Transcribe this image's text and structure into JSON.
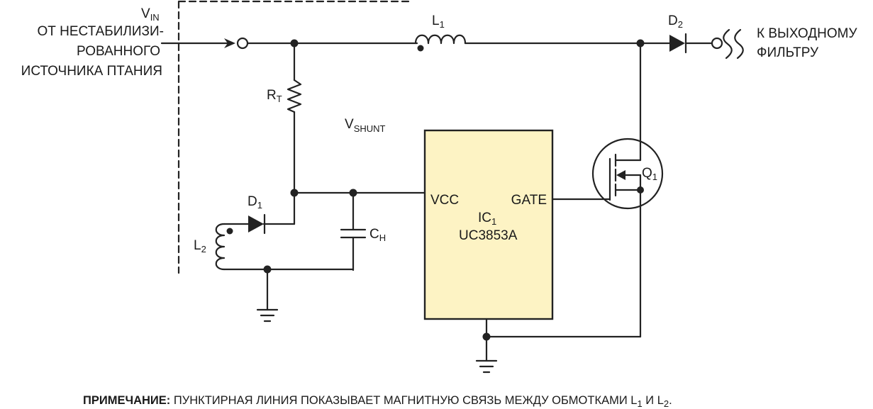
{
  "source": {
    "vin": "V",
    "vin_sub": "IN",
    "line1": "ОТ НЕСТАБИЛИЗИ-",
    "line2": "РОВАННОГО",
    "line3": "ИСТОЧНИКА ПТАНИЯ"
  },
  "output": {
    "line1": "К ВЫХОДНОМУ",
    "line2": "ФИЛЬТРУ"
  },
  "components": {
    "l1": "L",
    "l1_sub": "1",
    "d2": "D",
    "d2_sub": "2",
    "rt": "R",
    "rt_sub": "T",
    "vshunt": "V",
    "vshunt_sub": "SHUNT",
    "d1": "D",
    "d1_sub": "1",
    "l2": "L",
    "l2_sub": "2",
    "ch": "C",
    "ch_sub": "H",
    "q1": "Q",
    "q1_sub": "1"
  },
  "ic": {
    "vcc": "VCC",
    "gate": "GATE",
    "name": "IC",
    "name_sub": "1",
    "part": "UC3853A",
    "fill": "#fdf3c4"
  },
  "note": {
    "bold": "ПРИМЕЧАНИЕ:",
    "text": " ПУНКТИРНАЯ ЛИНИЯ ПОКАЗЫВАЕТ МАГНИТНУЮ СВЯЗЬ МЕЖДУ ОБМОТКАМИ L",
    "sub1": "1",
    "mid": " И L",
    "sub2": "2",
    "end": "."
  }
}
